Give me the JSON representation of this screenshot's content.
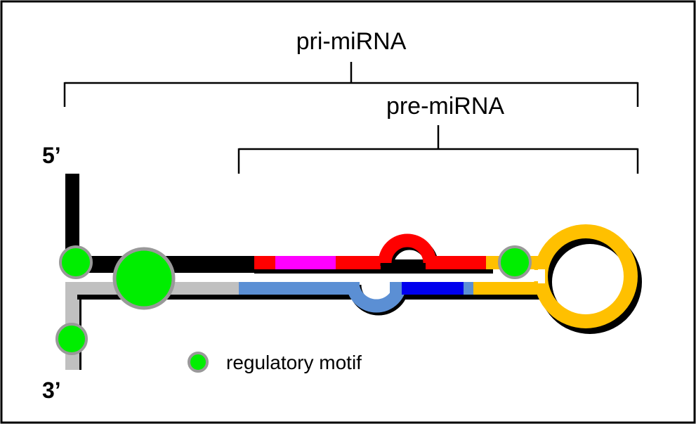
{
  "labels": {
    "pri": "pri-miRNA",
    "pre": "pre-miRNA",
    "five_prime": "5’",
    "three_prime": "3’"
  },
  "legend": {
    "text": "regulatory motif"
  },
  "colors": {
    "frame": "#000000",
    "bracket": "#000000",
    "upper_strand": "#000000",
    "lower_strand": "#c0c0c0",
    "mature_5p_arm": "#ff0000",
    "seed_5p": "#ff00ff",
    "lower_arm": "#5b8fd4",
    "mature_3p_arm": "#0000ee",
    "terminal_loop": "#ffc000",
    "motif_fill": "#00ee00",
    "motif_stroke": "#999999"
  }
}
